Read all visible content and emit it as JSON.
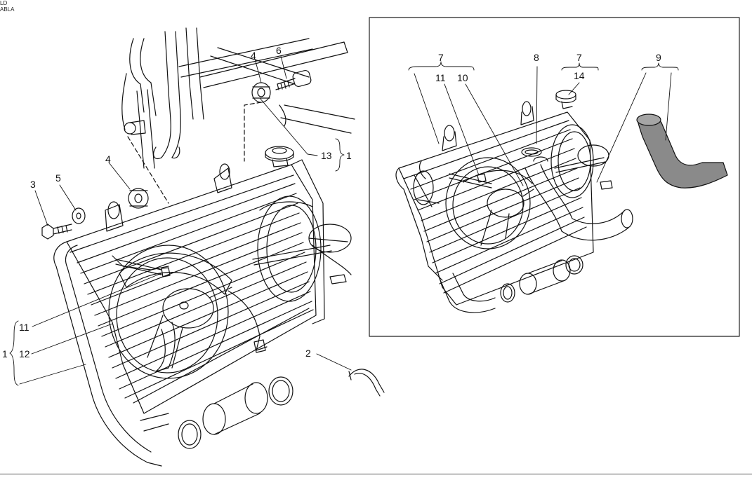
{
  "corner_text": [
    "LD",
    "ABLA"
  ],
  "callouts": {
    "c1_upper": "1",
    "c1_lower": "1",
    "c2": "2",
    "c3": "3",
    "c4_top": "4",
    "c4_mid": "4",
    "c5": "5",
    "c6": "6",
    "c11": "11",
    "c12": "12",
    "c13": "13"
  },
  "inset": {
    "c7_left": "7",
    "c7_right": "7",
    "c8": "8",
    "c9": "9",
    "c10": "10",
    "c11": "11",
    "c14": "14"
  },
  "colors": {
    "line": "#111111",
    "hose_fill": "#8a8a8a",
    "inset_border": "#222222"
  }
}
